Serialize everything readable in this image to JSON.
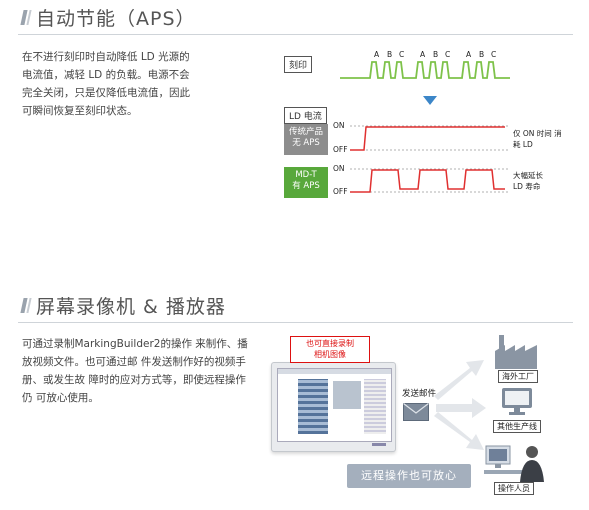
{
  "section1": {
    "title": "自动节能（APS）",
    "body": [
      "在不进行刻印时自动降低 LD 光源的",
      "电流值，减轻 LD 的负载。电源不会",
      "完全关闭，只是仅降低电流值，因此",
      "可瞬间恢复至刻印状态。"
    ],
    "diagram": {
      "marking_label": "刻印",
      "letters": [
        "A",
        "B",
        "C",
        "A",
        "B",
        "C",
        "A",
        "B",
        "C"
      ],
      "ld_current_label": "LD 电流",
      "conventional_label": [
        "传统产品",
        "无 APS"
      ],
      "mdt_label": [
        "MD-T",
        "有 APS"
      ],
      "on_label": "ON",
      "off_label": "OFF",
      "note1": [
        "仅 ON 时间 消",
        "耗 LD"
      ],
      "note2": [
        "大幅延长",
        "LD 寿命"
      ],
      "colors": {
        "green": "#7ec24a",
        "red": "#e03030",
        "arrow": "#3c86c8"
      }
    }
  },
  "section2": {
    "title": "屏幕录像机 & 播放器",
    "body": [
      "可通过录制MarkingBuilder2的操作 来制作、播",
      "放视频文件。也可通过邮 件发送制作好的视频手",
      "册、或发生故 障时的应对方式等，即使远程操作",
      "仍 可放心使用。"
    ],
    "diagram": {
      "callout": [
        "也可直接录制",
        "相机图像"
      ],
      "mail_label": "发送邮件",
      "locations": [
        "海外工厂",
        "其他生产线",
        "操作人员"
      ],
      "remote_button": "远程操作也可放心"
    }
  }
}
